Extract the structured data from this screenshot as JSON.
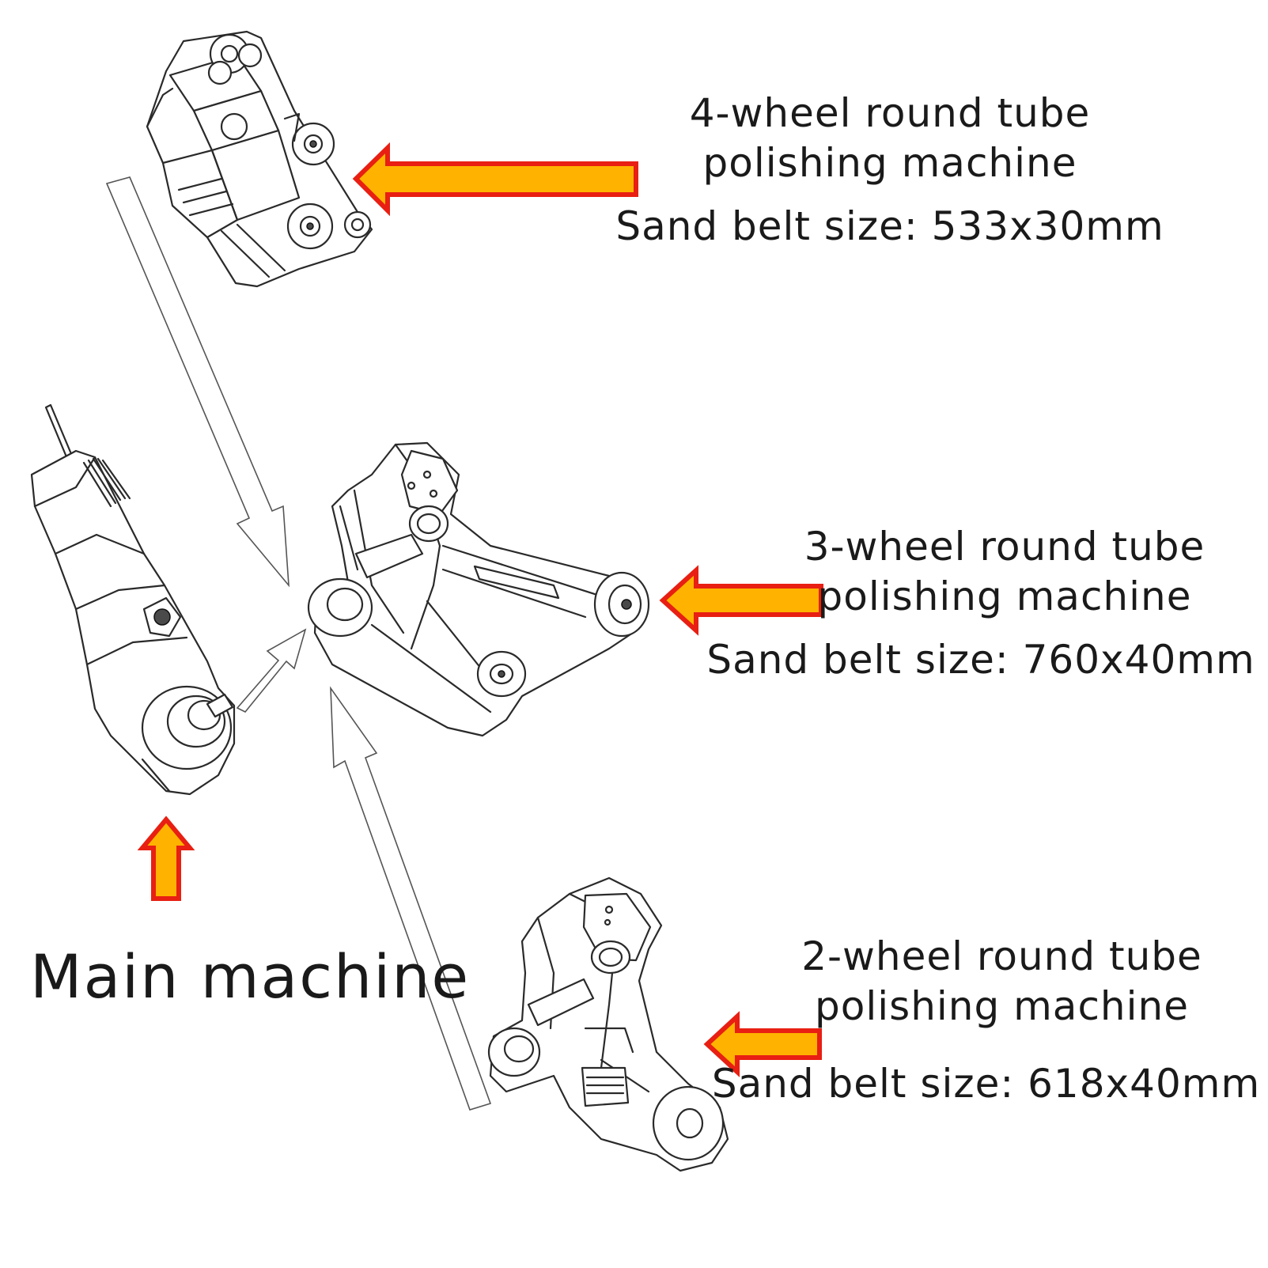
{
  "labels": {
    "four_wheel": {
      "title_line1": "4-wheel round tube",
      "title_line2": "polishing machine",
      "size": "Sand belt size: 533x30mm"
    },
    "three_wheel": {
      "title_line1": "3-wheel round tube",
      "title_line2": "polishing machine",
      "size": "Sand belt size: 760x40mm"
    },
    "two_wheel": {
      "title_line1": "2-wheel round tube",
      "title_line2": "polishing machine",
      "size": "Sand belt size: 618x40mm"
    },
    "main": "Main machine"
  },
  "colors": {
    "arrow_fill": "#ffb300",
    "arrow_outline": "#e81f12",
    "line_art": "#2a2a2a"
  }
}
